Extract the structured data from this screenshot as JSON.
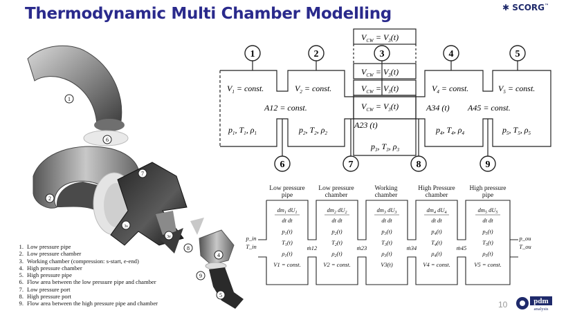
{
  "title": "Thermodynamic Multi Chamber Modelling",
  "brand": {
    "name": "SCORG",
    "tm": "™"
  },
  "pdm": {
    "top": "pdm",
    "bottom": "analysis"
  },
  "page_number": "10",
  "legend": [
    {
      "n": "1.",
      "text": "Low pressure pipe"
    },
    {
      "n": "2.",
      "text": "Low pressure chamber"
    },
    {
      "n": "3.",
      "text": "Working chamber (compression: s-start, e-end)"
    },
    {
      "n": "4.",
      "text": "High pressure chamber"
    },
    {
      "n": "5.",
      "text": "High pressure pipe"
    },
    {
      "n": "6.",
      "text": "Flow area between the low pressure pipe and chamber"
    },
    {
      "n": "7.",
      "text": "Low pressure port"
    },
    {
      "n": "8.",
      "text": "High pressure port"
    },
    {
      "n": "9.",
      "text": "Flow area between the high pressure pipe and chamber"
    }
  ],
  "model_labels": [
    "1",
    "2",
    "6",
    "7",
    "3s",
    "3e",
    "8",
    "4",
    "9",
    "5"
  ],
  "top_diagram": {
    "top_numbers": [
      "1",
      "2",
      "3",
      "4",
      "5"
    ],
    "bottom_numbers": [
      "6",
      "7",
      "8",
      "9"
    ],
    "vcw": "V_CW = V_3(t)",
    "vcw_parts": {
      "v": "V",
      "sub": "CW",
      "eq": " = V",
      "sub3": "3",
      "t": "(t)"
    },
    "chambers": [
      {
        "v": "V",
        "sub": "1",
        "rest": " = const.",
        "p": "p",
        "s": "1"
      },
      {
        "v": "V",
        "sub": "2",
        "rest": " = const.",
        "p": "p",
        "s": "2"
      },
      {
        "v": "",
        "sub": "",
        "rest": "",
        "p": "p",
        "s": "3"
      },
      {
        "v": "V",
        "sub": "4",
        "rest": " = const.",
        "p": "p",
        "s": "4"
      },
      {
        "v": "V",
        "sub": "5",
        "rest": " = const.",
        "p": "p",
        "s": "5"
      }
    ],
    "areas": {
      "a12": "A12 = const.",
      "a23": "A23 (t)",
      "a34": "A34 (t)",
      "a45": "A45 = const."
    }
  },
  "bottom_diagram": {
    "headers": [
      "Low pressure pipe",
      "Low pressure chamber",
      "Working chamber",
      "High Pressure chamber",
      "High pressure pipe"
    ],
    "header_lines": [
      [
        "Low pressure",
        "pipe"
      ],
      [
        "Low pressure",
        "chamber"
      ],
      [
        "Working",
        "chamber"
      ],
      [
        "High Pressure",
        "chamber"
      ],
      [
        "High pressure",
        "pipe"
      ]
    ],
    "columns": [
      {
        "i": "1",
        "v": "V1 = const."
      },
      {
        "i": "2",
        "v": "V2 = const."
      },
      {
        "i": "3",
        "v": "V3(t)"
      },
      {
        "i": "4",
        "v": "V4 = const."
      },
      {
        "i": "5",
        "v": "V5 = const."
      }
    ],
    "flows": [
      "ṁ12",
      "ṁ23",
      "ṁ34",
      "ṁ45"
    ],
    "inlet": [
      "p_in",
      "T_in"
    ],
    "outlet": [
      "p_ou",
      "T_ou"
    ]
  }
}
